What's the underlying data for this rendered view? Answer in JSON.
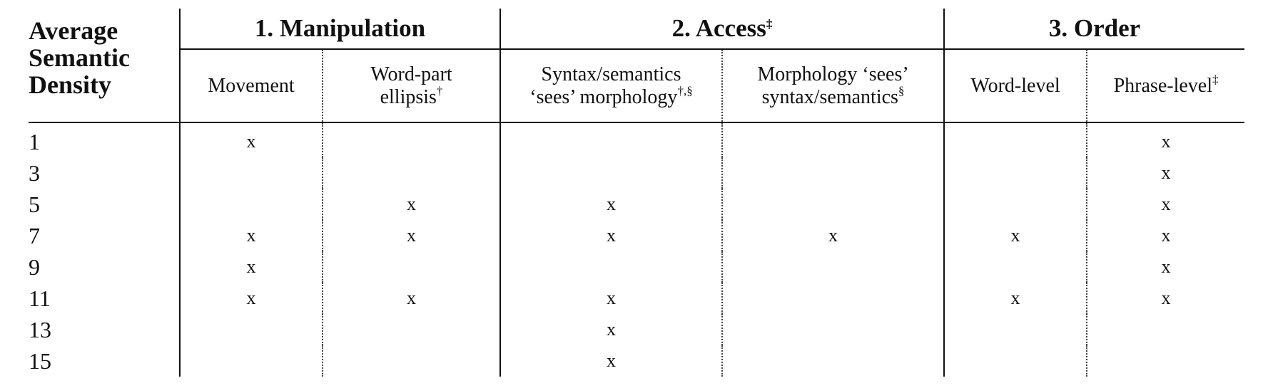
{
  "row_header": [
    "Average",
    "Semantic",
    "Density"
  ],
  "groups": {
    "manipulation": "1. Manipulation",
    "access": "2. Access",
    "access_mark": "‡",
    "order": "3. Order"
  },
  "columns": {
    "movement": "Movement",
    "word_part_1": "Word-part",
    "word_part_2": "ellipsis",
    "word_part_mark": "†",
    "syntax_sees_1": "Syntax/semantics",
    "syntax_sees_2": "‘sees’ morphology",
    "syntax_sees_mark": "†,§",
    "morph_sees_1": "Morphology ‘sees’",
    "morph_sees_2": "syntax/semantics",
    "morph_sees_mark": "§",
    "word_level": "Word-level",
    "phrase_level": "Phrase-level",
    "phrase_level_mark": "‡"
  },
  "rows": [
    {
      "density": "1",
      "cells": [
        "x",
        "",
        "",
        "",
        "",
        "x"
      ]
    },
    {
      "density": "3",
      "cells": [
        "",
        "",
        "",
        "",
        "",
        "x"
      ]
    },
    {
      "density": "5",
      "cells": [
        "",
        "x",
        "x",
        "",
        "",
        "x"
      ]
    },
    {
      "density": "7",
      "cells": [
        "x",
        "x",
        "x",
        "x",
        "x",
        "x"
      ]
    },
    {
      "density": "9",
      "cells": [
        "x",
        "",
        "",
        "",
        "",
        "x"
      ]
    },
    {
      "density": "11",
      "cells": [
        "x",
        "x",
        "x",
        "",
        "x",
        "x"
      ]
    },
    {
      "density": "13",
      "cells": [
        "",
        "",
        "x",
        "",
        "",
        ""
      ]
    },
    {
      "density": "15",
      "cells": [
        "",
        "",
        "x",
        "",
        "",
        ""
      ]
    }
  ]
}
